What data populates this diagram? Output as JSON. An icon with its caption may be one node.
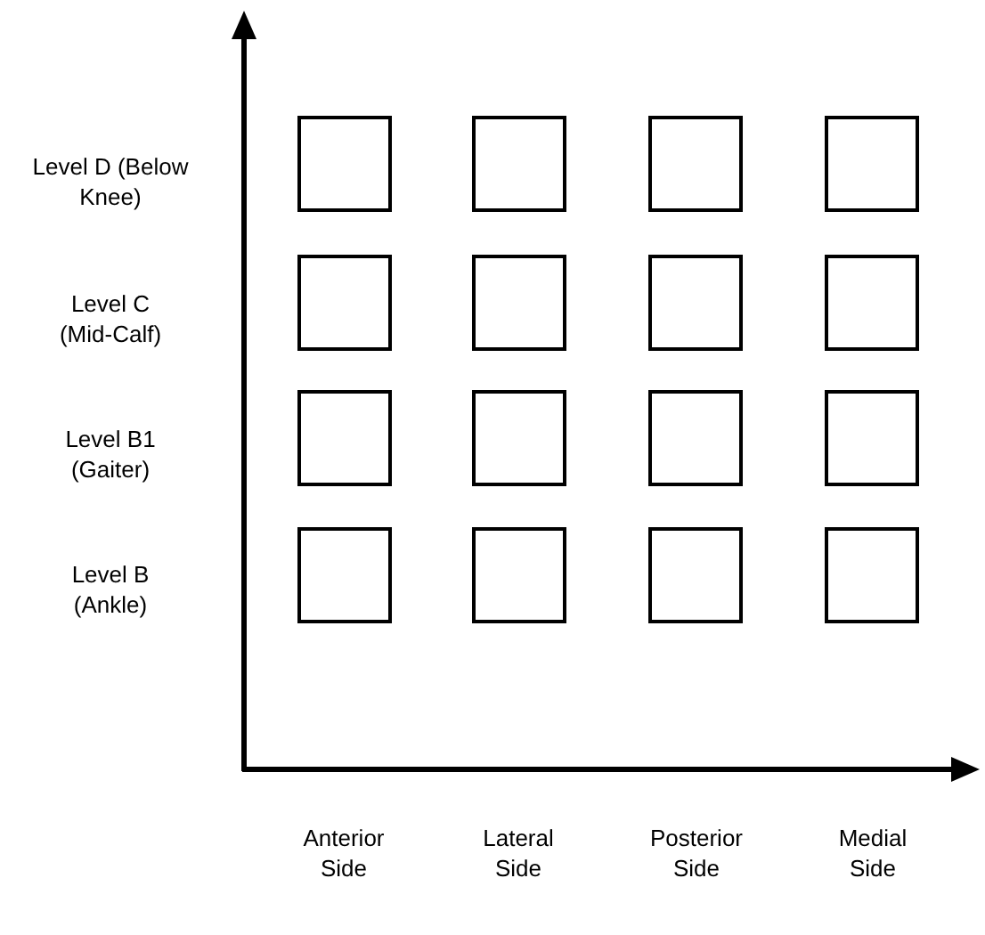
{
  "diagram": {
    "nodes": [
      {
        "text": [],
        "shape": "box"
      },
      {
        "text": [],
        "shape": "box"
      },
      {
        "text": [],
        "shape": "box"
      },
      {
        "text": [],
        "shape": "box"
      },
      {
        "text": [],
        "shape": "box"
      },
      {
        "text": [],
        "shape": "box"
      },
      {
        "text": [],
        "shape": "box"
      },
      {
        "text": [],
        "shape": "box"
      },
      {
        "text": [],
        "shape": "box"
      },
      {
        "text": [],
        "shape": "box"
      },
      {
        "text": [],
        "shape": "box"
      },
      {
        "text": [],
        "shape": "box"
      },
      {
        "text": [],
        "shape": "box"
      },
      {
        "text": [],
        "shape": "box"
      },
      {
        "text": [],
        "shape": "box"
      },
      {
        "text": [],
        "shape": "box"
      }
    ],
    "labels": [
      "Level D (Below Knee)",
      "Level C (Mid-Calf)",
      "Level B1 (Gaiter)",
      "Level B (Ankle)",
      "Anterior Side",
      "Lateral Side",
      "Posterior Side",
      "Medial Side"
    ]
  }
}
